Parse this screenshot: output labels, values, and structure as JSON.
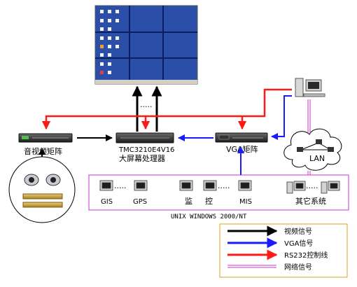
{
  "devices": {
    "av_matrix": "音视频矩阵",
    "processor_model": "TMC3210E4V16",
    "processor_name": "大屏幕处理器",
    "vga_matrix": "VGA矩阵",
    "lan": "LAN"
  },
  "dots": "·····",
  "terminals": {
    "gis": "GIS",
    "gps": "GPS",
    "monitor_1": "监",
    "monitor_2": "控",
    "mis": "MIS",
    "other": "其它系统"
  },
  "os_label": "UNIX  WINDOWS 2000/NT",
  "legend": {
    "video": "视频信号",
    "vga": "VGA信号",
    "rs232": "RS232控制线",
    "network": "网络信号"
  },
  "colors": {
    "video": "#000000",
    "vga": "#1a1aff",
    "rs232": "#ff1a1a",
    "network": "#cc33cc",
    "legend_border": "#d9a21b",
    "screen": "#2b4fa8"
  }
}
